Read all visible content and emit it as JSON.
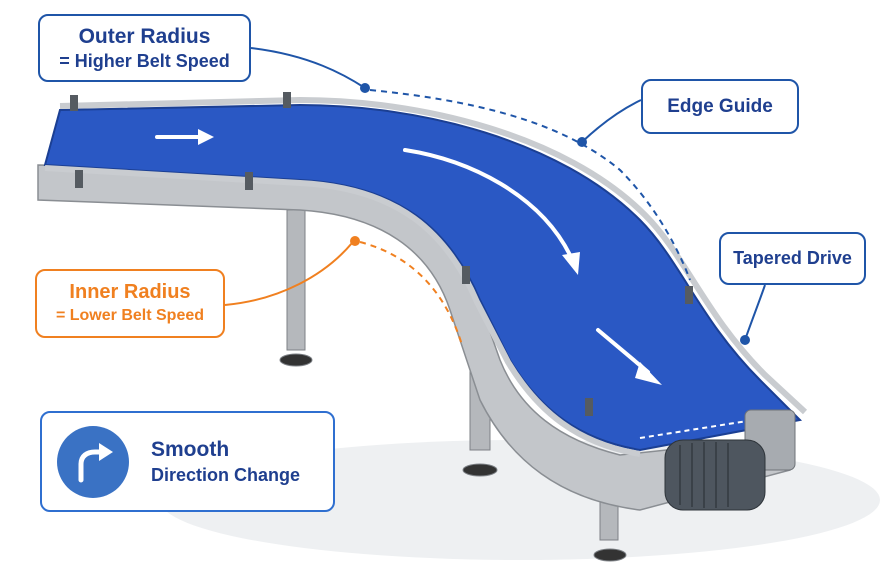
{
  "callouts": {
    "outer_radius": {
      "line1": "Outer Radius",
      "line2": "= Higher Belt Speed"
    },
    "edge_guide": "Edge Guide",
    "tapered_drive": "Tapered Drive",
    "inner_radius": {
      "line1": "Inner Radius",
      "line2": "= Lower Belt Speed"
    },
    "smooth": {
      "line1": "Smooth",
      "line2": "Direction Change"
    }
  },
  "colors": {
    "belt": "#2a58c4",
    "steel": "#b9bcc0",
    "callout_blue": "#1f55a8",
    "callout_orange": "#f08020",
    "icon_circle": "#3a72c4"
  },
  "icons": {
    "smooth": "curved-arrow-right-icon",
    "belt_arrows": "arrow-icon",
    "motor": "gear-motor"
  }
}
